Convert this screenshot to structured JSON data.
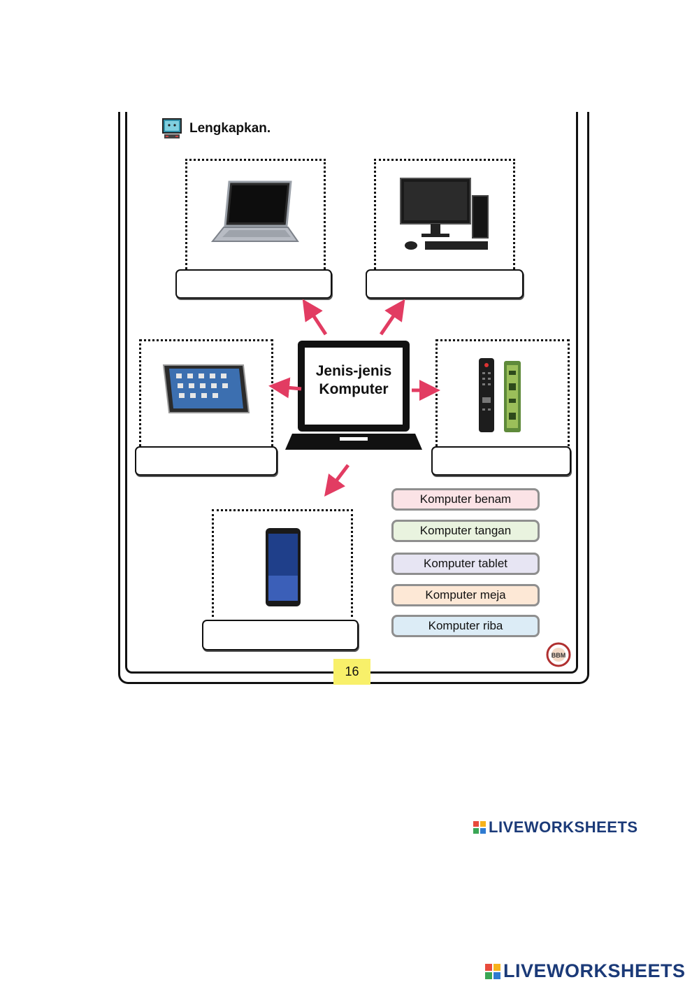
{
  "worksheet": {
    "instruction": "Lengkapkan.",
    "center_title_line1": "Jenis-jenis",
    "center_title_line2": "Komputer",
    "page_number": "16",
    "stamp_text": "BBM"
  },
  "word_bank": [
    {
      "label": "Komputer benam",
      "color": "#fbe3e6"
    },
    {
      "label": "Komputer tangan",
      "color": "#e9f3df"
    },
    {
      "label": "Komputer tablet",
      "color": "#e7e5f3"
    },
    {
      "label": "Komputer meja",
      "color": "#fde8d6"
    },
    {
      "label": "Komputer riba",
      "color": "#dcecf6"
    }
  ],
  "images": {
    "card1": "laptop",
    "card2": "desktop-computer",
    "card3": "tablet",
    "card4": "remote-and-circuit-board",
    "card5": "smartphone"
  },
  "colors": {
    "arrow": "#e23c62",
    "page_number_bg": "#f8f06a",
    "brand_text": "#1b3a78"
  },
  "footer": {
    "brand_text_1": "LIVEWORKSHEETS",
    "brand_text_2": "LIVEWORKSHEETS"
  }
}
